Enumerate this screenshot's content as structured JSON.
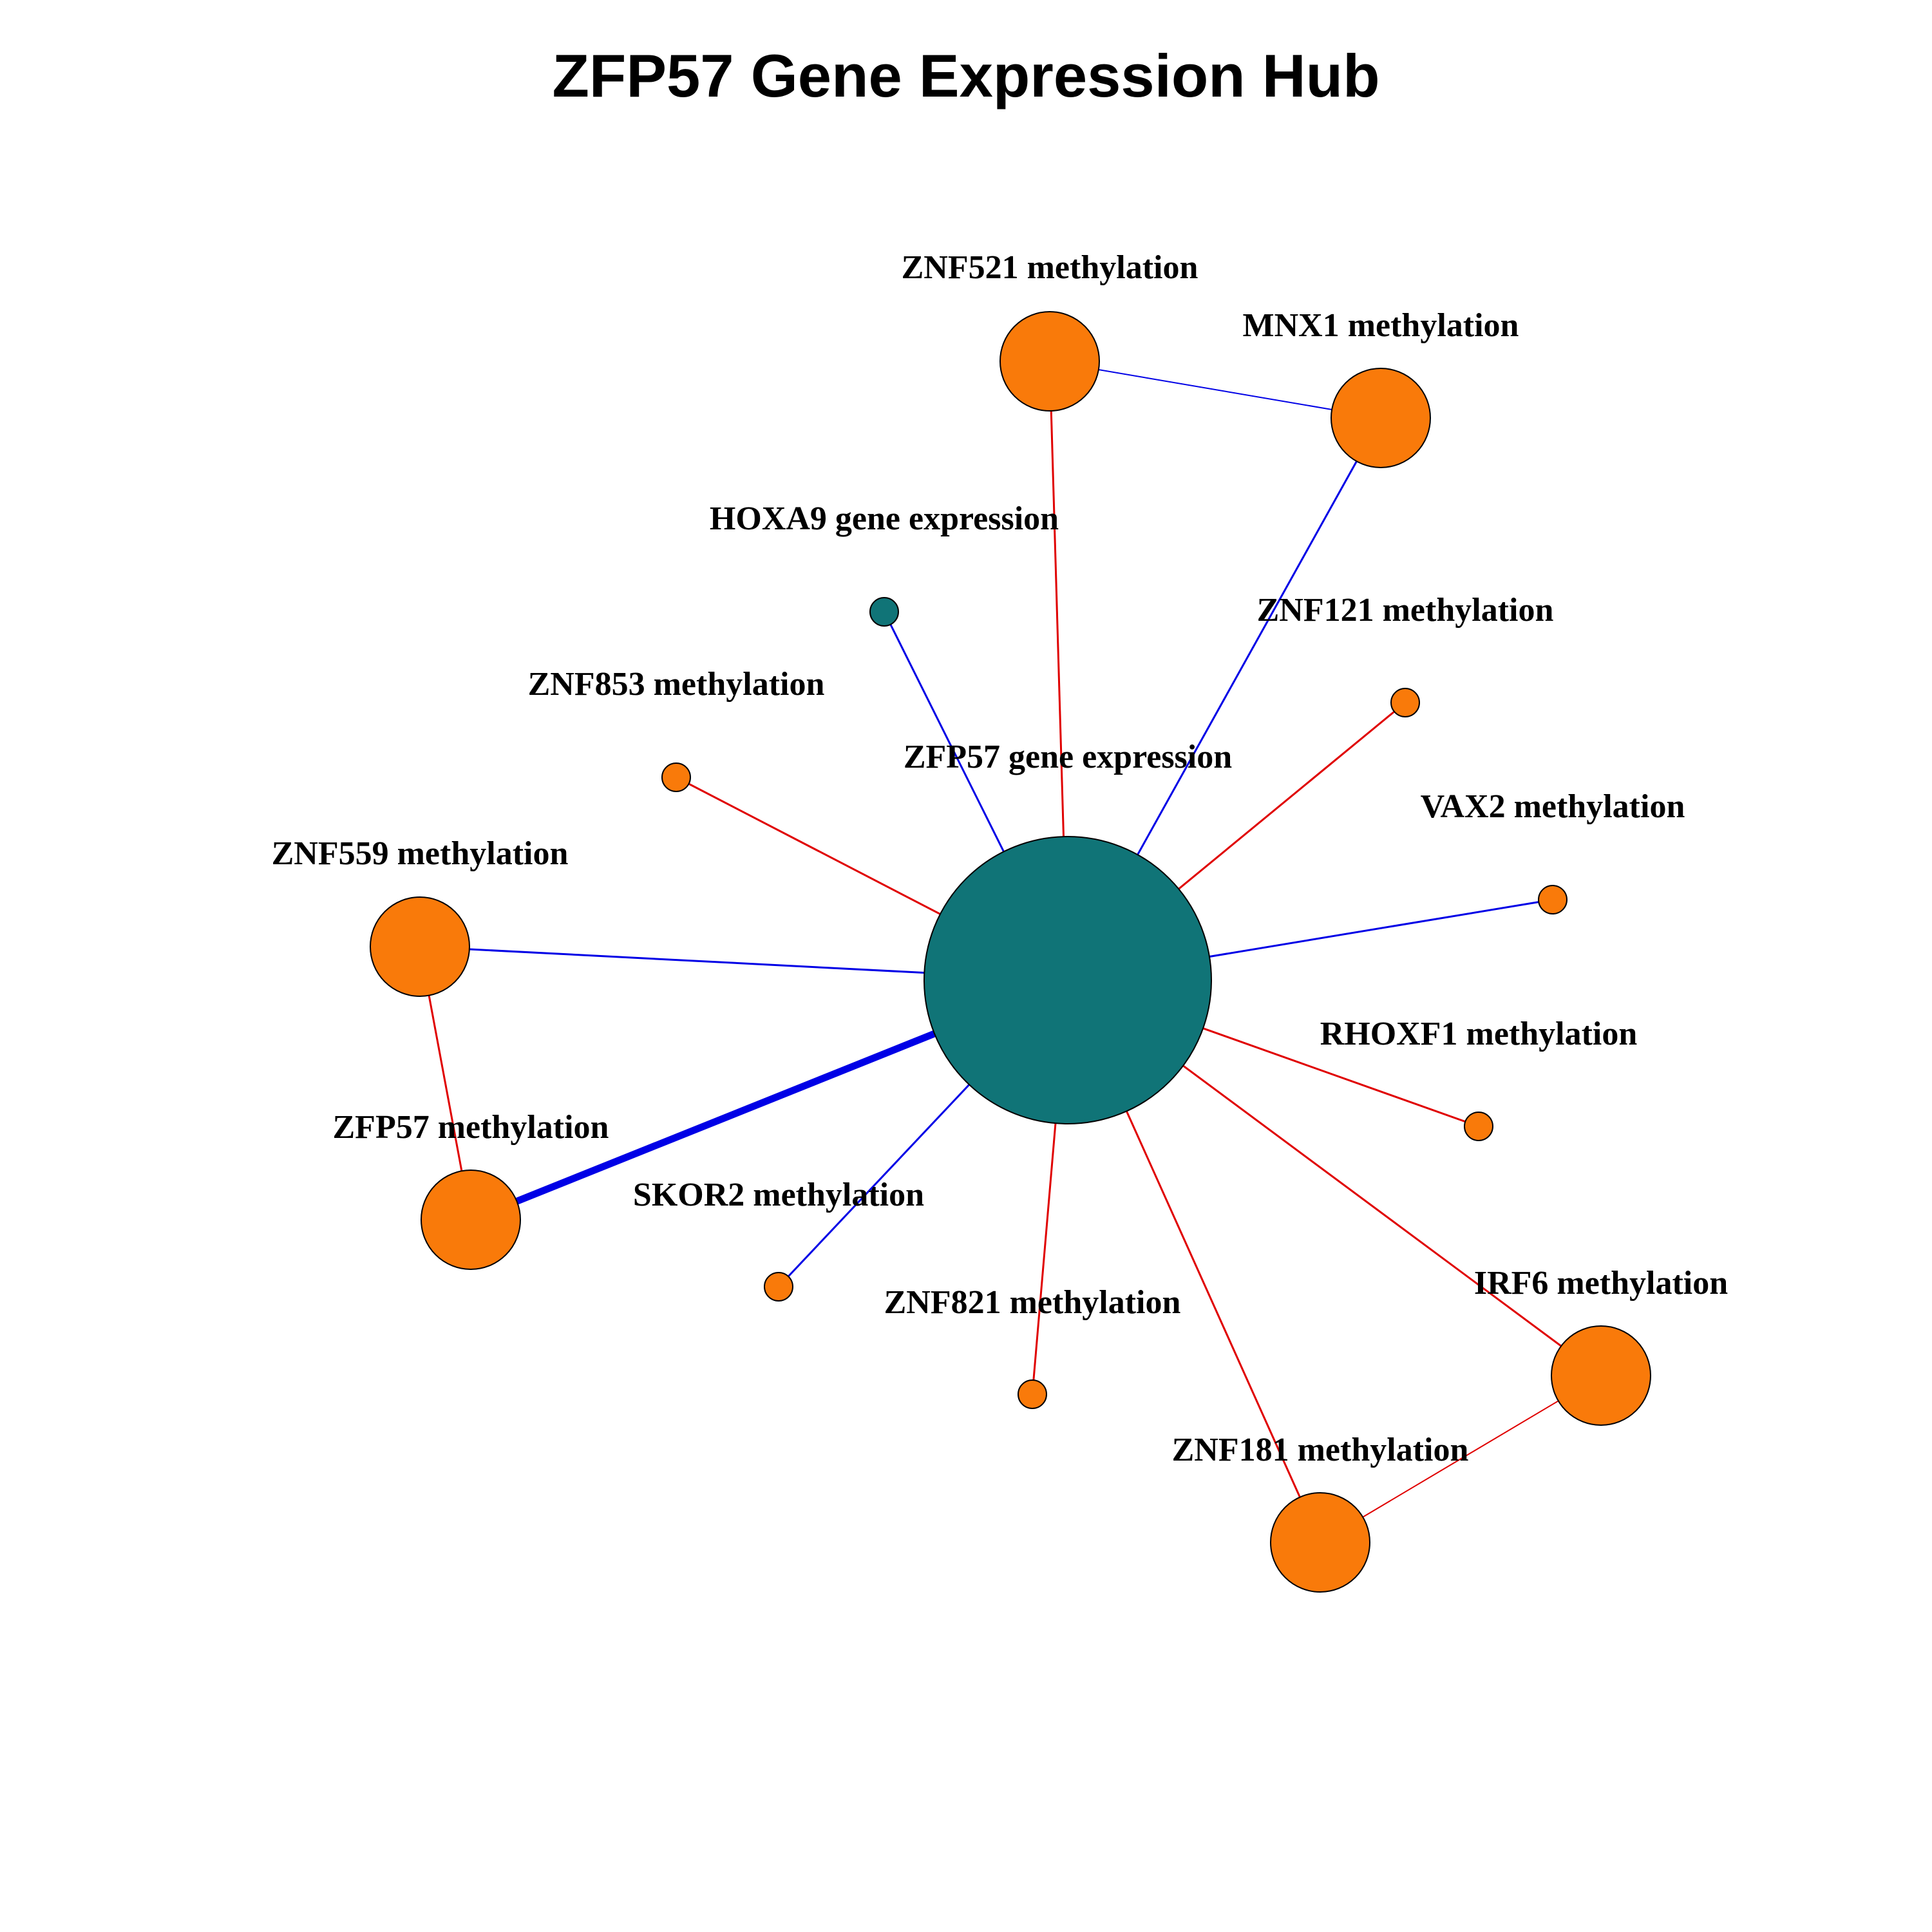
{
  "title": "ZFP57 Gene Expression Hub",
  "colors": {
    "expression_node": "#107477",
    "methylation_node": "#F97A0A",
    "positive_edge": "#E00000",
    "negative_edge": "#0000E6",
    "node_border": "#000000"
  },
  "nodes": [
    {
      "id": "zfp57_expr",
      "label": "ZFP57 gene expression",
      "type": "gene expression"
    },
    {
      "id": "hoxa9_expr",
      "label": "HOXA9 gene expression",
      "type": "gene expression"
    },
    {
      "id": "znf521",
      "label": "ZNF521 methylation",
      "type": "methylation"
    },
    {
      "id": "mnx1",
      "label": "MNX1 methylation",
      "type": "methylation"
    },
    {
      "id": "znf121",
      "label": "ZNF121 methylation",
      "type": "methylation"
    },
    {
      "id": "znf853",
      "label": "ZNF853 methylation",
      "type": "methylation"
    },
    {
      "id": "vax2",
      "label": "VAX2 methylation",
      "type": "methylation"
    },
    {
      "id": "znf559",
      "label": "ZNF559 methylation",
      "type": "methylation"
    },
    {
      "id": "rhoxf1",
      "label": "RHOXF1 methylation",
      "type": "methylation"
    },
    {
      "id": "zfp57_meth",
      "label": "ZFP57 methylation",
      "type": "methylation"
    },
    {
      "id": "skor2",
      "label": "SKOR2 methylation",
      "type": "methylation"
    },
    {
      "id": "irf6",
      "label": "IRF6 methylation",
      "type": "methylation"
    },
    {
      "id": "znf821",
      "label": "ZNF821 methylation",
      "type": "methylation"
    },
    {
      "id": "znf181",
      "label": "ZNF181 methylation",
      "type": "methylation"
    }
  ],
  "edges": [
    {
      "source": "zfp57_expr",
      "target": "hoxa9_expr",
      "sign": "negative",
      "strength": "normal"
    },
    {
      "source": "zfp57_expr",
      "target": "znf521",
      "sign": "positive",
      "strength": "normal"
    },
    {
      "source": "zfp57_expr",
      "target": "mnx1",
      "sign": "negative",
      "strength": "normal"
    },
    {
      "source": "znf521",
      "target": "mnx1",
      "sign": "negative",
      "strength": "thin"
    },
    {
      "source": "zfp57_expr",
      "target": "znf121",
      "sign": "positive",
      "strength": "normal"
    },
    {
      "source": "zfp57_expr",
      "target": "znf853",
      "sign": "positive",
      "strength": "normal"
    },
    {
      "source": "zfp57_expr",
      "target": "vax2",
      "sign": "negative",
      "strength": "normal"
    },
    {
      "source": "zfp57_expr",
      "target": "znf559",
      "sign": "negative",
      "strength": "normal"
    },
    {
      "source": "znf559",
      "target": "zfp57_meth",
      "sign": "positive",
      "strength": "normal"
    },
    {
      "source": "zfp57_expr",
      "target": "rhoxf1",
      "sign": "positive",
      "strength": "normal"
    },
    {
      "source": "zfp57_expr",
      "target": "zfp57_meth",
      "sign": "negative",
      "strength": "strong"
    },
    {
      "source": "zfp57_expr",
      "target": "skor2",
      "sign": "negative",
      "strength": "normal"
    },
    {
      "source": "zfp57_expr",
      "target": "irf6",
      "sign": "positive",
      "strength": "normal"
    },
    {
      "source": "zfp57_expr",
      "target": "znf821",
      "sign": "positive",
      "strength": "normal"
    },
    {
      "source": "zfp57_expr",
      "target": "znf181",
      "sign": "positive",
      "strength": "normal"
    },
    {
      "source": "znf181",
      "target": "irf6",
      "sign": "positive",
      "strength": "thin"
    }
  ]
}
